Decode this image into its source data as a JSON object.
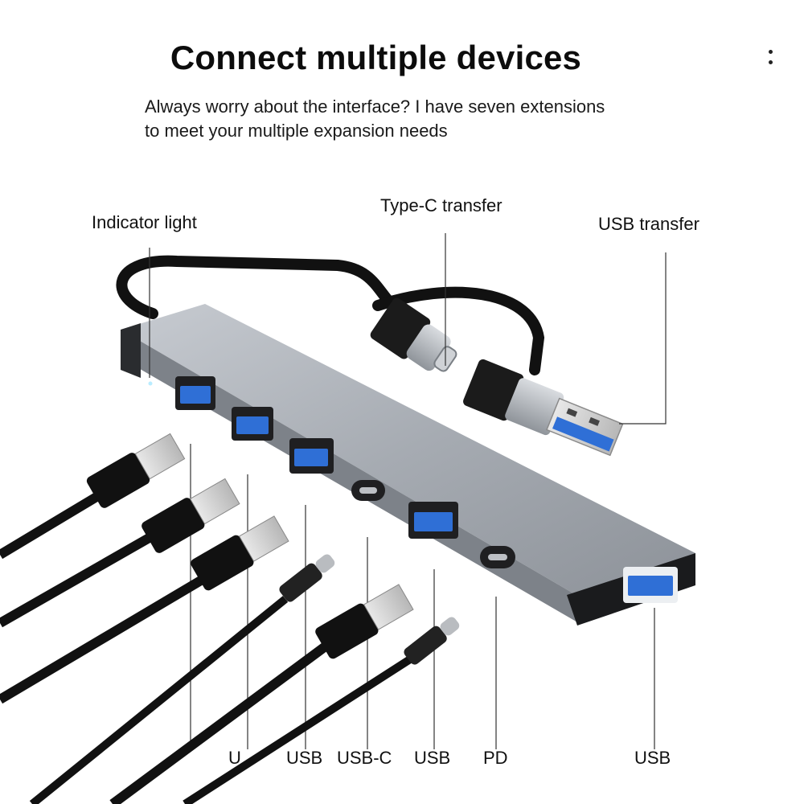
{
  "header": {
    "title": "Connect multiple devices",
    "subtitle_line1": "Always worry about the interface? I have seven extensions",
    "subtitle_line2": "to meet your multiple expansion needs"
  },
  "callouts": {
    "indicator": "Indicator light",
    "type_c": "Type-C transfer",
    "usb_transfer": "USB transfer"
  },
  "ports": [
    "U",
    "USB",
    "USB-C",
    "USB",
    "PD",
    "USB"
  ],
  "icons": {
    "menu": "more-vertical-icon"
  },
  "colors": {
    "hub_body": "#9aa0a8",
    "port_blue": "#2f6fd6",
    "cable": "#111111"
  }
}
